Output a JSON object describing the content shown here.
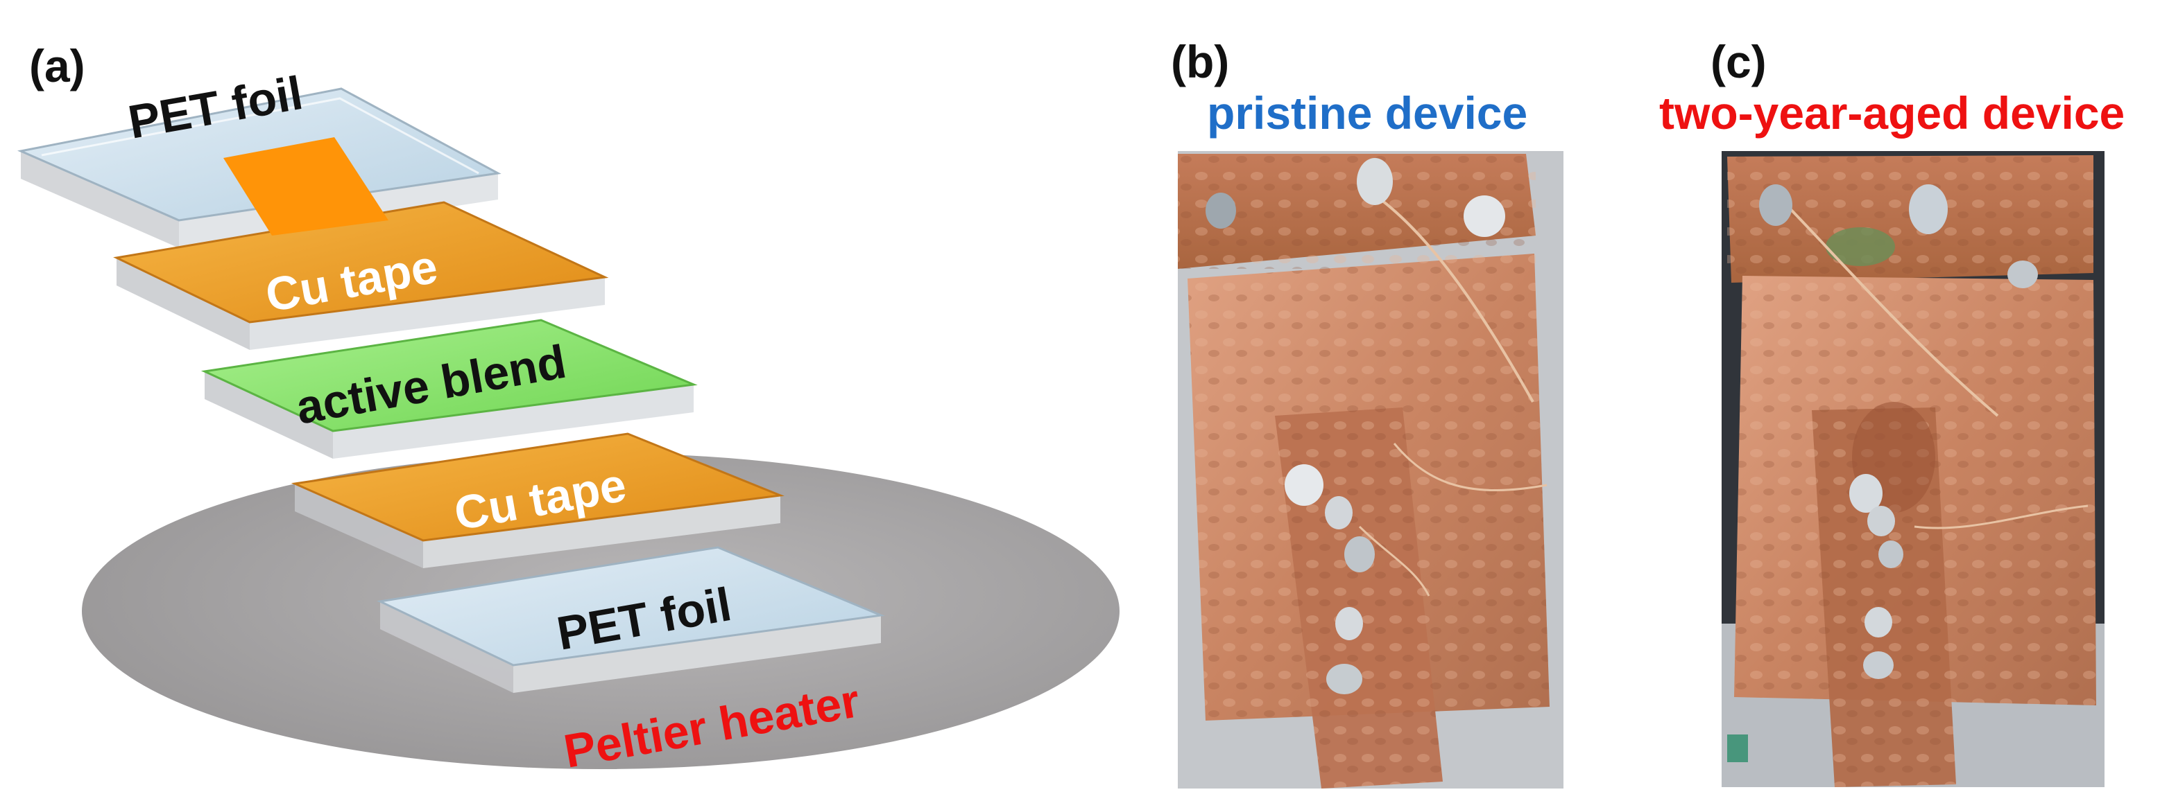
{
  "panels": {
    "a": {
      "label": "(a)",
      "layers": {
        "top_pet": "PET foil",
        "top_cu": "Cu tape",
        "active": "active blend",
        "bottom_cu": "Cu tape",
        "bottom_pet": "PET foil"
      },
      "heater": "Peltier heater"
    },
    "b": {
      "label": "(b)",
      "title": "pristine device"
    },
    "c": {
      "label": "(c)",
      "title": "two-year-aged device"
    }
  },
  "colors": {
    "pet": "#cfe2ee",
    "cu": "#ef9e24",
    "active": "#8be36e",
    "heater": "#a3a1a2",
    "connector": "#ff9408",
    "pristine_title": "#1f6ec8",
    "aged_title": "#ee1111",
    "heater_label": "#ee1111",
    "copper": "#cf8e6d",
    "copper_dark": "#9c5a3c",
    "background_photo": "#bfc3c6"
  }
}
